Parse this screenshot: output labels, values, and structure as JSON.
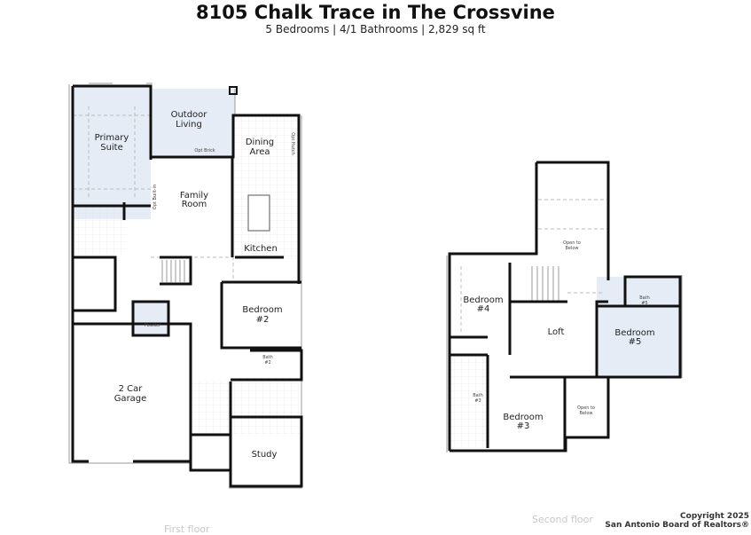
{
  "header": {
    "title": "8105 Chalk Trace in The Crossvine",
    "subtitle": "5 Bedrooms | 4/1 Bathrooms | 2,829 sq ft"
  },
  "first_floor": {
    "label": "First floor",
    "rooms": {
      "primary_suite": [
        "Primary",
        "Suite"
      ],
      "outdoor_living": [
        "Outdoor",
        "Living"
      ],
      "dining": [
        "Dining",
        "Area"
      ],
      "family": [
        "Family",
        "Room"
      ],
      "kitchen": "Kitchen",
      "bedroom2": [
        "Bedroom",
        "#2"
      ],
      "bath2": [
        "Bath",
        "#2"
      ],
      "powder": "Powder",
      "garage": [
        "2 Car",
        "Garage"
      ],
      "study": "Study"
    },
    "notes": {
      "opt_brick": "Opt Brick",
      "opt_builtin": "Opt Built-in",
      "opt_hutch": "Opt Hutch"
    }
  },
  "second_floor": {
    "label": "Second floor",
    "rooms": {
      "bedroom4": [
        "Bedroom",
        "#4"
      ],
      "loft": "Loft",
      "bedroom5": [
        "Bedroom",
        "#5"
      ],
      "bath5": [
        "Bath",
        "#5"
      ],
      "bath3": [
        "Bath",
        "#3"
      ],
      "bedroom3": [
        "Bedroom",
        "#3"
      ],
      "open_below": [
        "Open to",
        "Below"
      ]
    }
  },
  "footer": {
    "copyright": [
      "Copyright 2025",
      "San Antonio Board of Realtors®"
    ]
  },
  "colors": {
    "room_highlight": "#e6ecf5",
    "wall": "#111111"
  }
}
